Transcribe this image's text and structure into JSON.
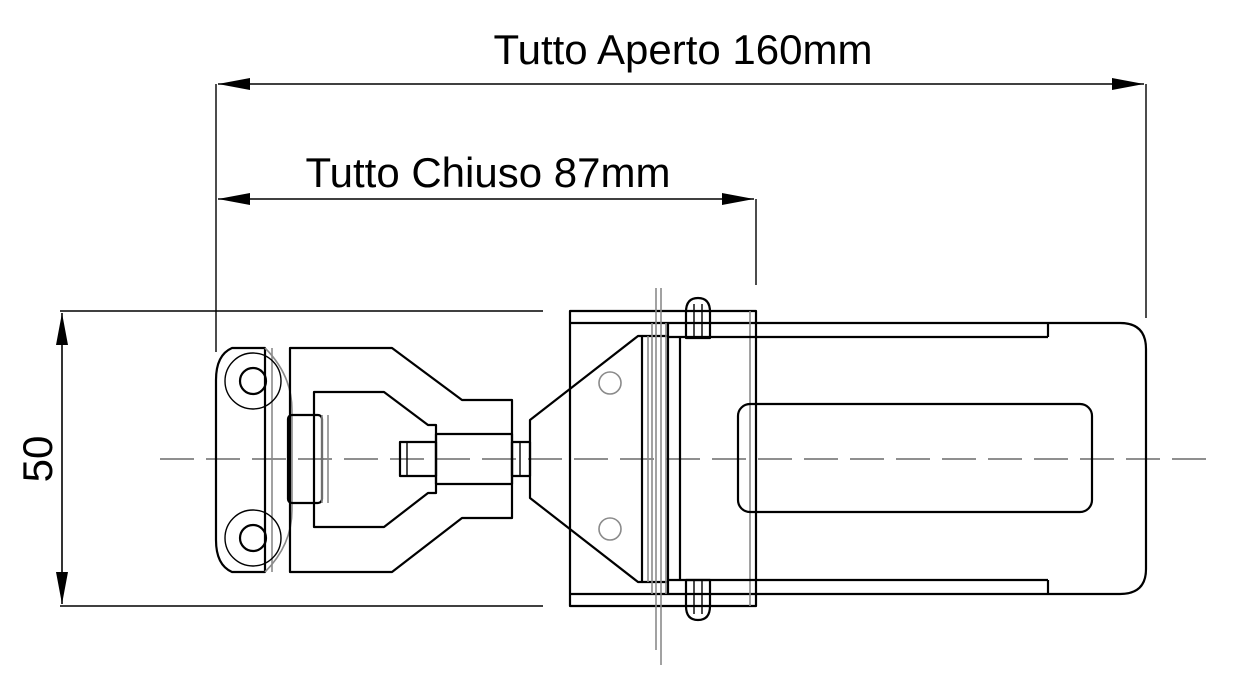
{
  "dimensions": {
    "open_label": "Tutto Aperto 160mm",
    "closed_label": "Tutto Chiuso 87mm",
    "height_label": "50"
  },
  "colors": {
    "line": "#000000",
    "hidden_line": "#8a8a8a",
    "center_line": "#6a6a6a",
    "background": "#ffffff"
  }
}
